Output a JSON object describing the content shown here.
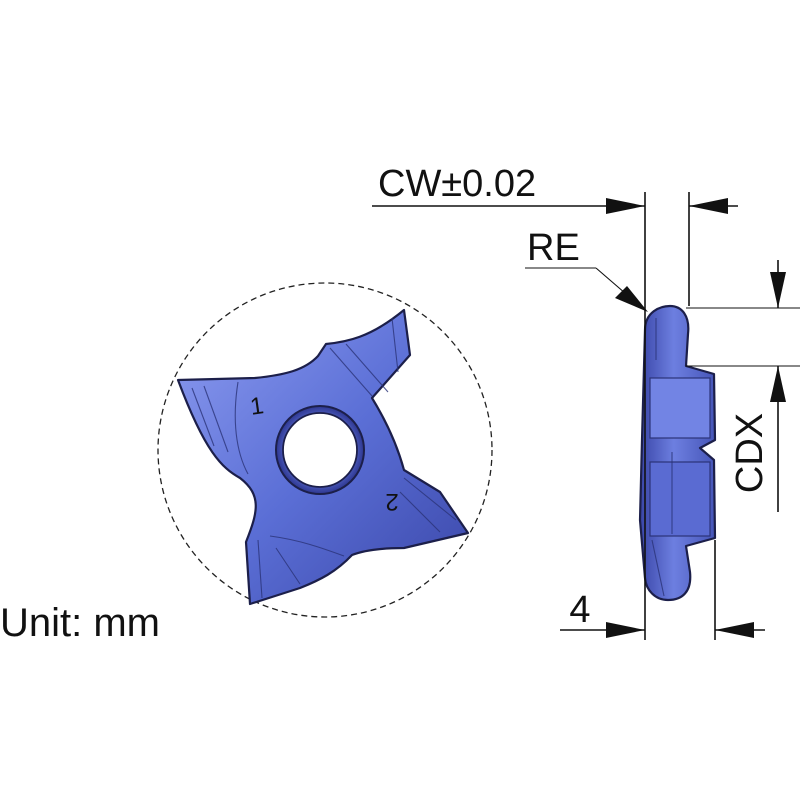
{
  "labels": {
    "cw": "CW±0.02",
    "re": "RE",
    "cdx": "CDX",
    "thickness": "4",
    "unit": "Unit: mm",
    "edge_1": "1",
    "edge_2": "2"
  },
  "colors": {
    "insert_body": "#5b6fd6",
    "insert_dark": "#3a46a8",
    "insert_light": "#8d9cf0",
    "outline": "#1c1f4a",
    "text": "#111111"
  }
}
